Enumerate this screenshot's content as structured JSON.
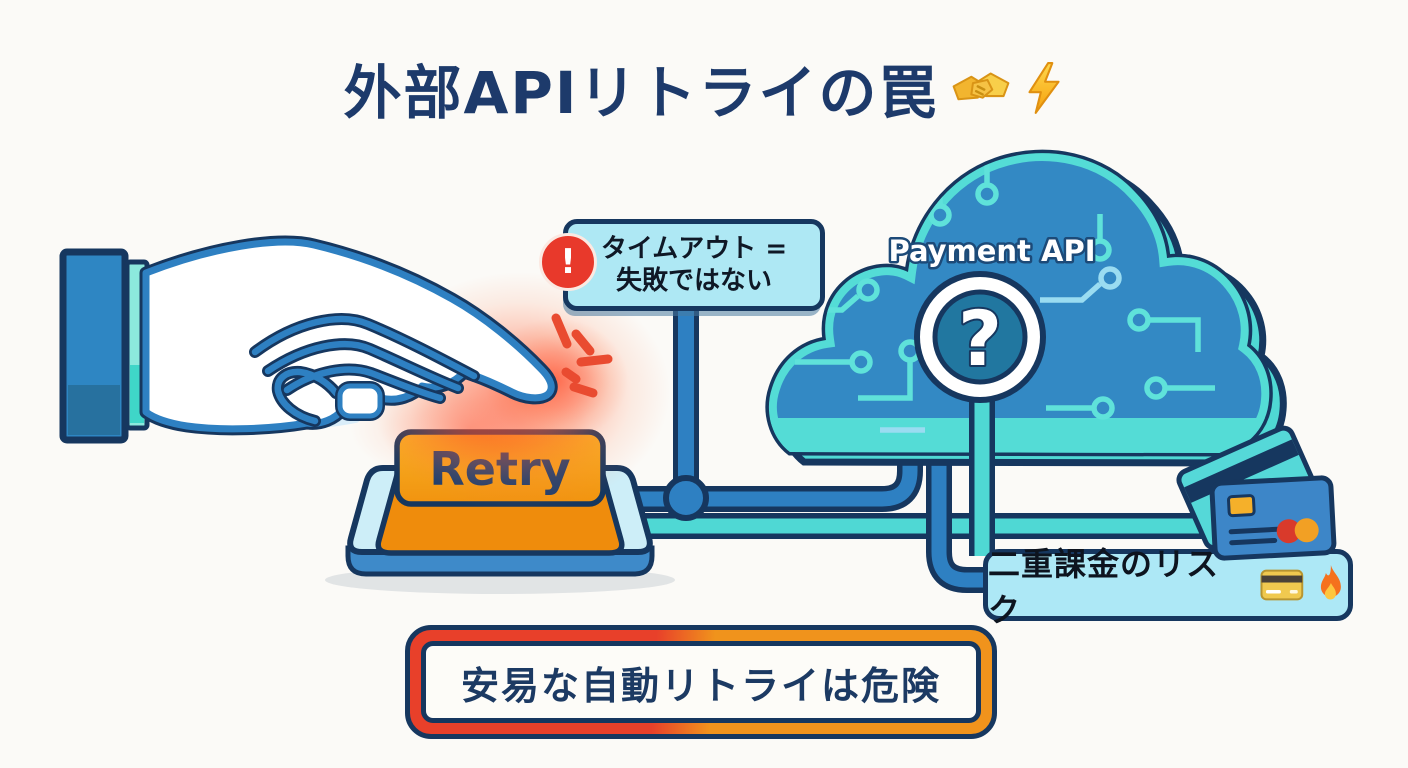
{
  "title": {
    "text": "外部APIリトライの罠",
    "icons": [
      "handshake-icon",
      "lightning-icon"
    ]
  },
  "timeout_callout": {
    "line1": "タイムアウト =",
    "line2": "失敗ではない",
    "warning_glyph": "!",
    "icon": "alert-icon"
  },
  "cloud": {
    "label": "Payment API",
    "question_glyph": "?",
    "icon": "question-mark-icon"
  },
  "retry_button": {
    "label": "Retry"
  },
  "risk_label": {
    "text": "二重課金のリスク",
    "icons": [
      "credit-card-icon",
      "fire-icon"
    ]
  },
  "banner": {
    "text": "安易な自動リトライは危険"
  },
  "colors": {
    "background": "#fbfaf7",
    "navy_outline": "#16375f",
    "title_text": "#1d3a6b",
    "cloud_blue": "#3389c4",
    "teal_accent": "#4fd8d4",
    "wire_blue": "#2e80c2",
    "bubble_cyan": "#aee8f4",
    "button_top_orange": "#f7a91b",
    "button_body_orange": "#ef8c0c",
    "button_base_cyan": "#cdeef8",
    "alert_red": "#e8392b",
    "glow_red": "#ff4623",
    "banner_red": "#e8402a",
    "banner_orange": "#f0931c",
    "question_inner": "#2177a0"
  }
}
